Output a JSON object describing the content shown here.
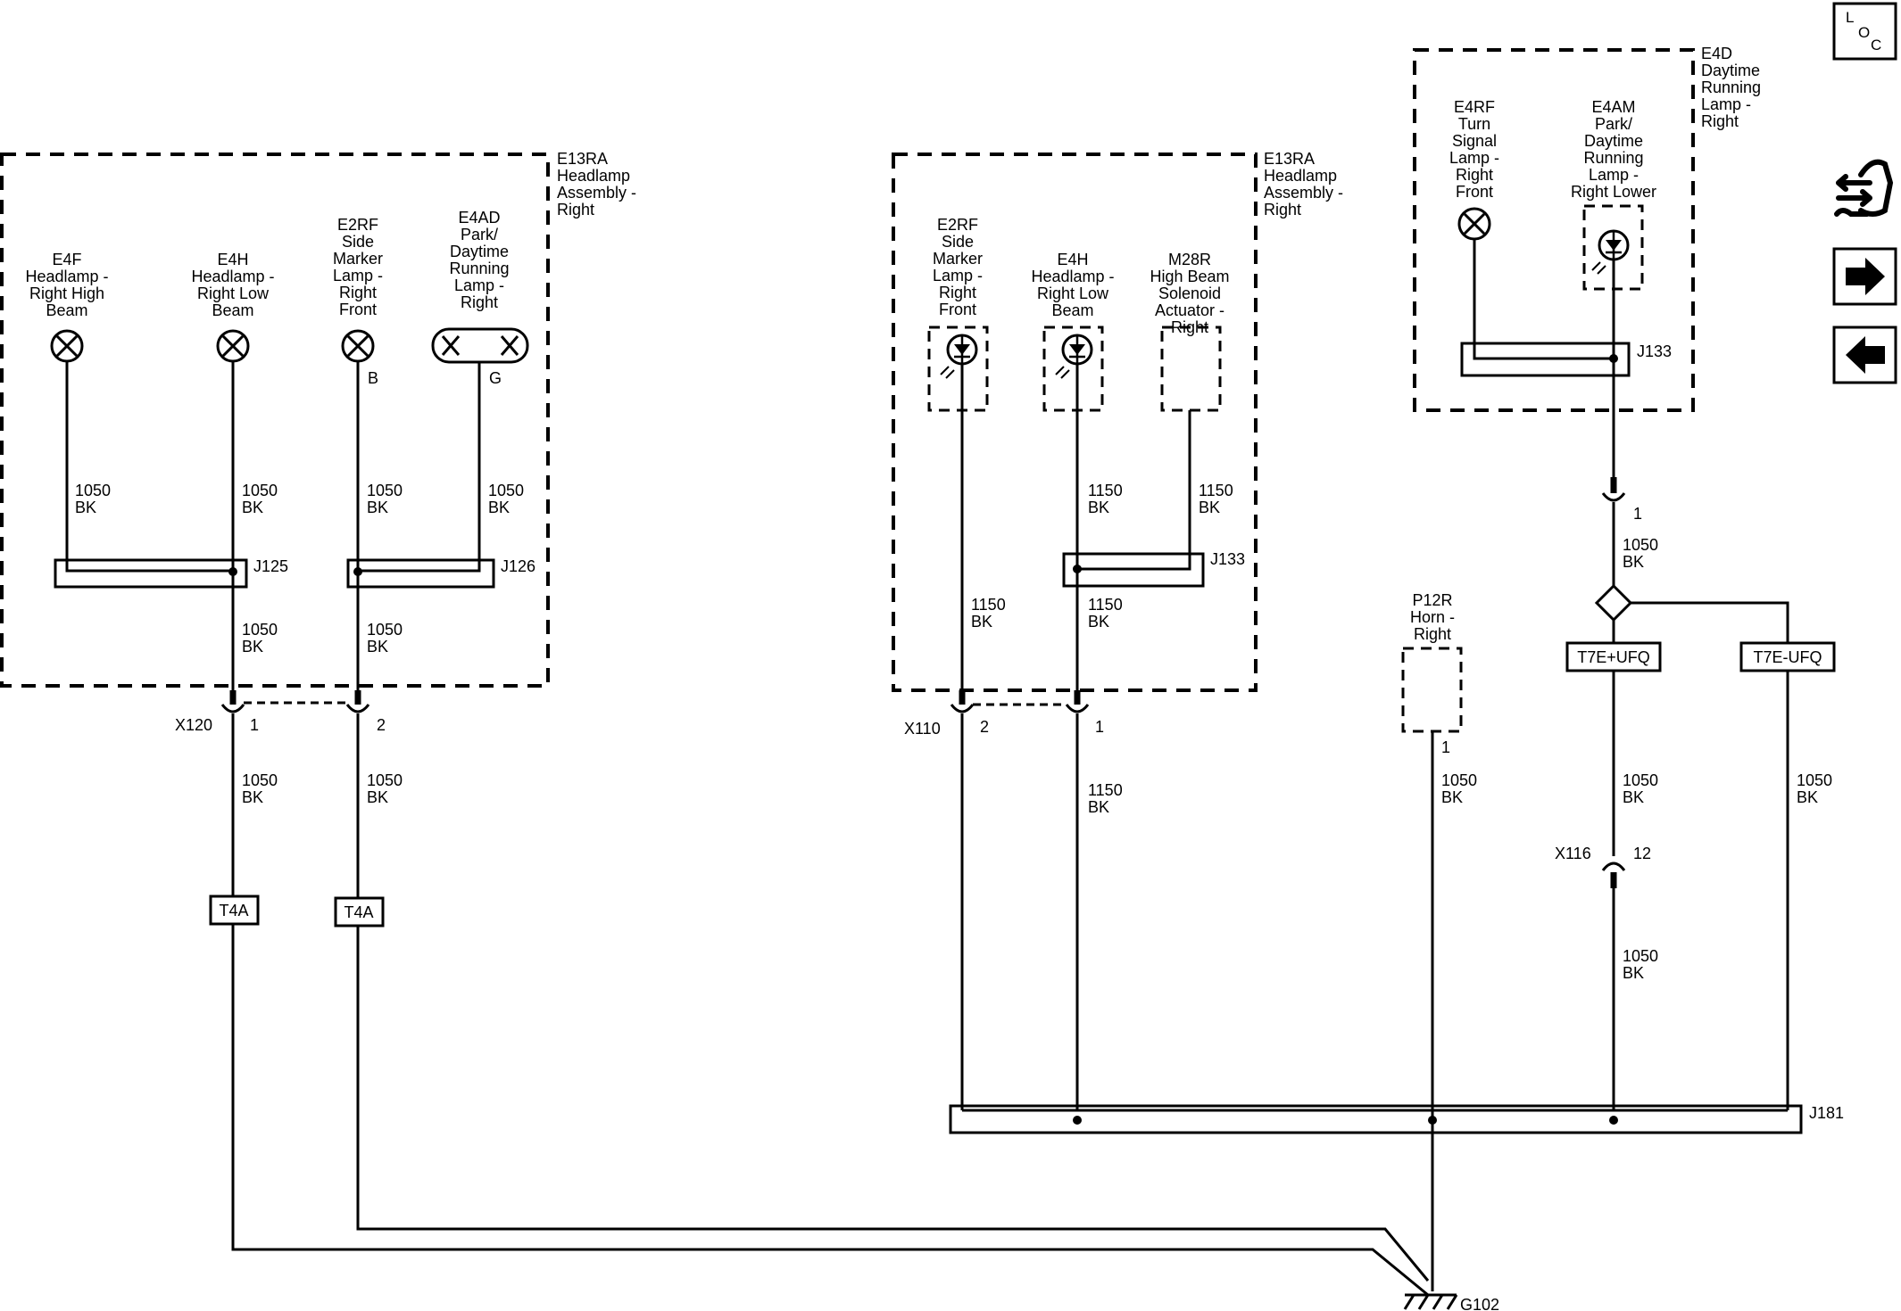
{
  "nav": {
    "loc": {
      "l": "L",
      "o": "O",
      "c": "C"
    }
  },
  "assemblies": {
    "left_title": [
      "E13RA",
      "Headlamp",
      "Assembly -",
      "Right"
    ],
    "mid_title": [
      "E13RA",
      "Headlamp",
      "Assembly -",
      "Right"
    ],
    "drl_title": [
      "E4D",
      "Daytime",
      "Running",
      "Lamp -",
      "Right"
    ]
  },
  "components": {
    "e4f": [
      "E4F",
      "Headlamp -",
      "Right High",
      "Beam"
    ],
    "e4h_left": [
      "E4H",
      "Headlamp -",
      "Right Low",
      "Beam"
    ],
    "e2rf_left": [
      "E2RF",
      "Side",
      "Marker",
      "Lamp -",
      "Right",
      "Front"
    ],
    "e4ad": [
      "E4AD",
      "Park/",
      "Daytime",
      "Running",
      "Lamp -",
      "Right"
    ],
    "e2rf_mid": [
      "E2RF",
      "Side",
      "Marker",
      "Lamp -",
      "Right",
      "Front"
    ],
    "e4h_mid": [
      "E4H",
      "Headlamp -",
      "Right Low",
      "Beam"
    ],
    "m28r": [
      "M28R",
      "High Beam",
      "Solenoid",
      "Actuator -",
      "Right"
    ],
    "e4rf": [
      "E4RF",
      "Turn",
      "Signal",
      "Lamp -",
      "Right",
      "Front"
    ],
    "e4am": [
      "E4AM",
      "Park/",
      "Daytime",
      "Running",
      "Lamp -",
      "Right Lower"
    ],
    "p12r": [
      "P12R",
      "Horn -",
      "Right"
    ]
  },
  "pins": {
    "e2rf_left_pin": "B",
    "e4ad_pin": "G",
    "x120_pin1": "1",
    "x120_pin2": "2",
    "x110_pin2": "2",
    "x110_pin1": "1",
    "p12r_pin": "1",
    "drl_conn_pin": "1",
    "x116_pin": "12"
  },
  "connectors": {
    "x120": "X120",
    "x110": "X110",
    "x116": "X116"
  },
  "splices": {
    "j125": "J125",
    "j126": "J126",
    "j133_mid": "J133",
    "j133_drl": "J133",
    "j181": "J181"
  },
  "ground": "G102",
  "options": {
    "t4a_1": "T4A",
    "t4a_2": "T4A",
    "t7e_plus": "T7E+UFQ",
    "t7e_minus": "T7E-UFQ"
  },
  "wires": {
    "w1": [
      "1050",
      "BK"
    ],
    "w2": [
      "1050",
      "BK"
    ],
    "w3": [
      "1050",
      "BK"
    ],
    "w4": [
      "1050",
      "BK"
    ],
    "w5": [
      "1050",
      "BK"
    ],
    "w6": [
      "1050",
      "BK"
    ],
    "w7": [
      "1050",
      "BK"
    ],
    "w8": [
      "1050",
      "BK"
    ],
    "w9": [
      "1150",
      "BK"
    ],
    "w10": [
      "1150",
      "BK"
    ],
    "w11": [
      "1150",
      "BK"
    ],
    "w12": [
      "1150",
      "BK"
    ],
    "w13": [
      "1150",
      "BK"
    ],
    "w14": [
      "1050",
      "BK"
    ],
    "w15": [
      "1050",
      "BK"
    ],
    "w16": [
      "1050",
      "BK"
    ],
    "w17": [
      "1050",
      "BK"
    ],
    "w18": [
      "1050",
      "BK"
    ]
  }
}
